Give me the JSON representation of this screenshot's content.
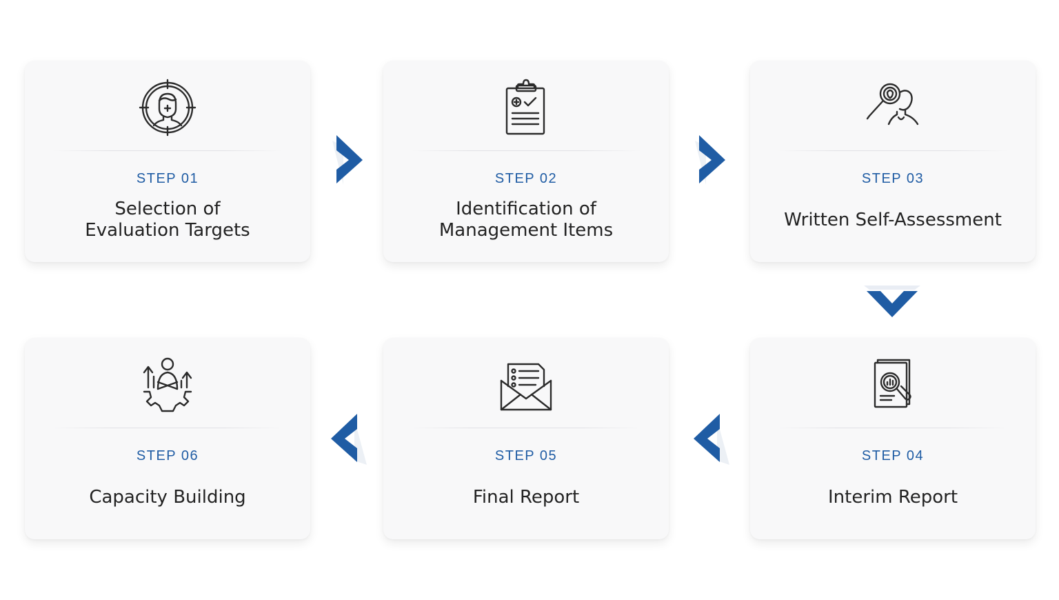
{
  "accent_color": "#1f5ca4",
  "steps": [
    {
      "step": "STEP 01",
      "title": "Selection of\nEvaluation Targets",
      "icon": "target-person-icon"
    },
    {
      "step": "STEP 02",
      "title": "Identification of\nManagement Items",
      "icon": "clipboard-checklist-icon"
    },
    {
      "step": "STEP 03",
      "title": "Written Self-Assessment",
      "icon": "magnifier-person-icon"
    },
    {
      "step": "STEP 04",
      "title": "Interim Report",
      "icon": "document-analysis-icon"
    },
    {
      "step": "STEP 05",
      "title": "Final Report",
      "icon": "envelope-letter-icon"
    },
    {
      "step": "STEP 06",
      "title": "Capacity Building",
      "icon": "person-gear-growth-icon"
    }
  ],
  "arrows": [
    {
      "direction": "right",
      "icon": "chevron-right-icon"
    },
    {
      "direction": "right",
      "icon": "chevron-right-icon"
    },
    {
      "direction": "down",
      "icon": "chevron-down-icon"
    },
    {
      "direction": "left",
      "icon": "chevron-left-icon"
    },
    {
      "direction": "left",
      "icon": "chevron-left-icon"
    }
  ]
}
